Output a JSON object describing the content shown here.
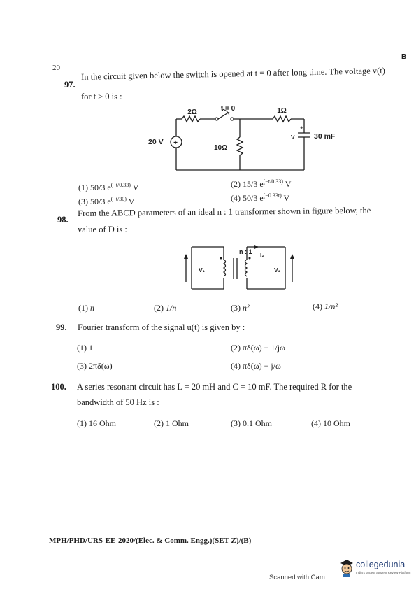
{
  "header": {
    "page_number": "20",
    "set_code": "B"
  },
  "q97": {
    "number": "97.",
    "text_line1": "In the circuit given below the switch is opened at t = 0 after long time. The voltage v(t)",
    "text_line2": "for t ≥ 0 is :",
    "circuit": {
      "r1": "2Ω",
      "switch": "t = 0",
      "r2": "1Ω",
      "source": "20 V",
      "r3": "10Ω",
      "cap": "30 mF",
      "v_label": "v"
    },
    "options": [
      {
        "num": "(1)",
        "base": "50/3 e",
        "exp": "(−t/0.33)",
        "unit": " V"
      },
      {
        "num": "(2)",
        "base": "15/3 e",
        "exp": "(−t/0.33)",
        "unit": " V"
      },
      {
        "num": "(3)",
        "base": "50/3 e",
        "exp": "(−t/30)",
        "unit": " V"
      },
      {
        "num": "(4)",
        "base": "50/3 e",
        "exp": "(−0.33t)",
        "unit": " V"
      }
    ]
  },
  "q98": {
    "number": "98.",
    "text_line1": "From the ABCD parameters of an ideal n : 1 transformer shown in figure below, the",
    "text_line2": "value of D is :",
    "figure": {
      "ratio": "n : 1",
      "v1": "V₁",
      "v2": "V₂",
      "i2": "I₂"
    },
    "options": [
      {
        "num": "(1)",
        "val": "n"
      },
      {
        "num": "(2)",
        "val": "1/n"
      },
      {
        "num": "(3)",
        "val": "n²"
      },
      {
        "num": "(4)",
        "val": "1/n²"
      }
    ]
  },
  "q99": {
    "number": "99.",
    "text": "Fourier transform of the signal u(t) is given by :",
    "options": [
      {
        "num": "(1)",
        "val": "1"
      },
      {
        "num": "(2)",
        "val": "πδ(ω) − 1/jω"
      },
      {
        "num": "(3)",
        "val": "2πδ(ω)"
      },
      {
        "num": "(4)",
        "val": "πδ(ω) − j/ω"
      }
    ]
  },
  "q100": {
    "number": "100.",
    "text_line1": "A series resonant circuit has L = 20 mH and C = 10 mF. The required R for the",
    "text_line2": "bandwidth of 50 Hz is :",
    "options": [
      {
        "num": "(1)",
        "val": "16 Ohm"
      },
      {
        "num": "(2)",
        "val": "1 Ohm"
      },
      {
        "num": "(3)",
        "val": "0.1 Ohm"
      },
      {
        "num": "(4)",
        "val": "10 Ohm"
      }
    ]
  },
  "footer": {
    "exam_code": "MPH/PHD/URS-EE-2020/(Elec. & Comm. Engg.)(SET-Z)/(B)",
    "scanned": "Scanned with Cam",
    "brand": "collegedunia",
    "brand_tagline": "India's largest Student Review Platform"
  }
}
